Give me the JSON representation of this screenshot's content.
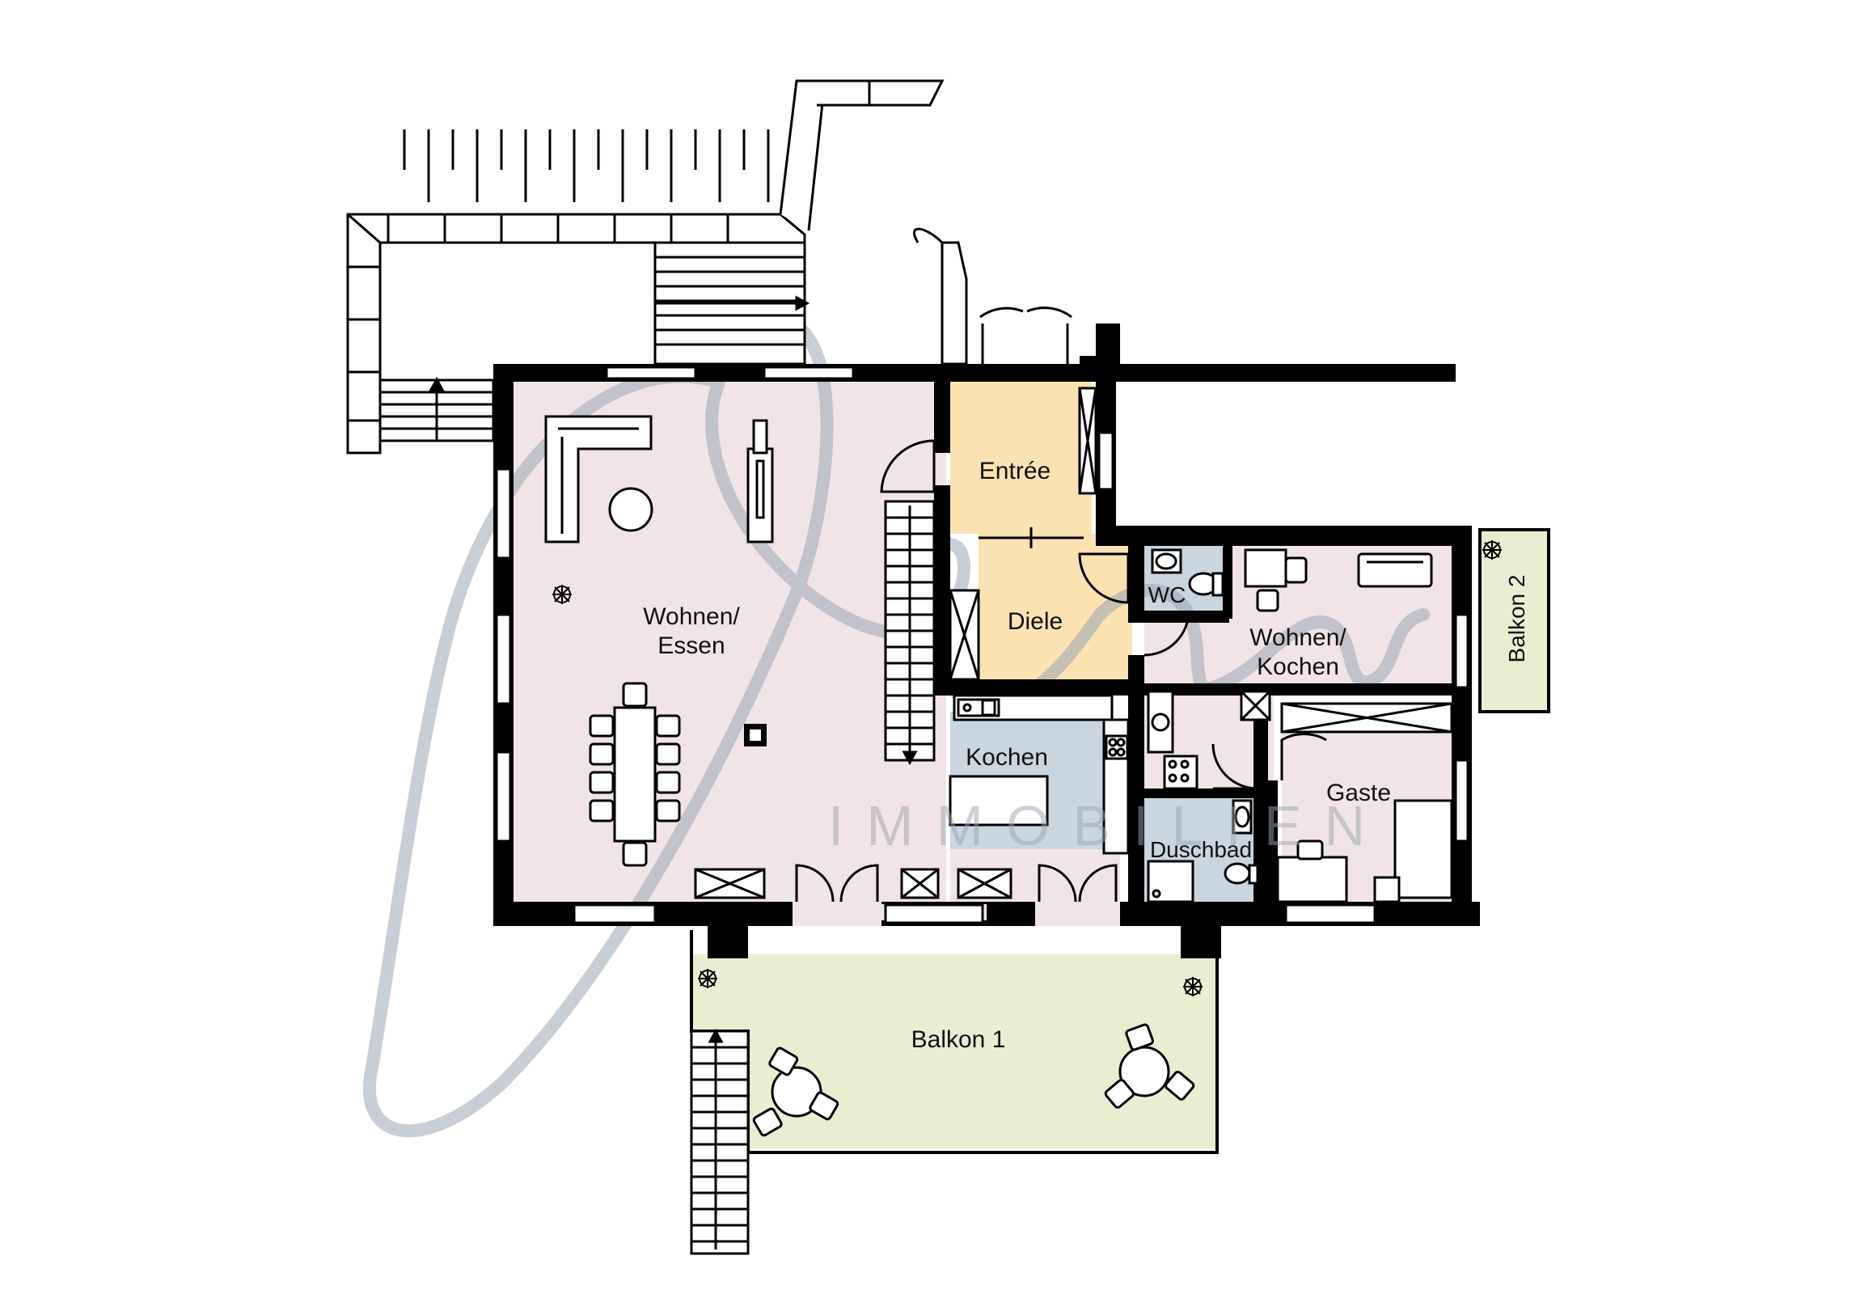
{
  "rooms": {
    "wohnen_essen": [
      "Wohnen/",
      "Essen"
    ],
    "entree": "Entrée",
    "diele": "Diele",
    "kochen": "Kochen",
    "wc": "WC",
    "wohnen_kochen": [
      "Wohnen/",
      "Kochen"
    ],
    "gaste": "Gaste",
    "duschbad": "Duschbad",
    "balkon1": "Balkon 1",
    "balkon2": "Balkon 2"
  },
  "watermark": {
    "text": "IMMOBILIEN",
    "color": "#9aa6b2"
  },
  "colors": {
    "wohnen": "#f1e4e6",
    "entree": "#fbe2b3",
    "kochen": "#c9d5df",
    "balkon": "#e8eed2",
    "wet": "#c9d5df",
    "wall": "#000000"
  }
}
